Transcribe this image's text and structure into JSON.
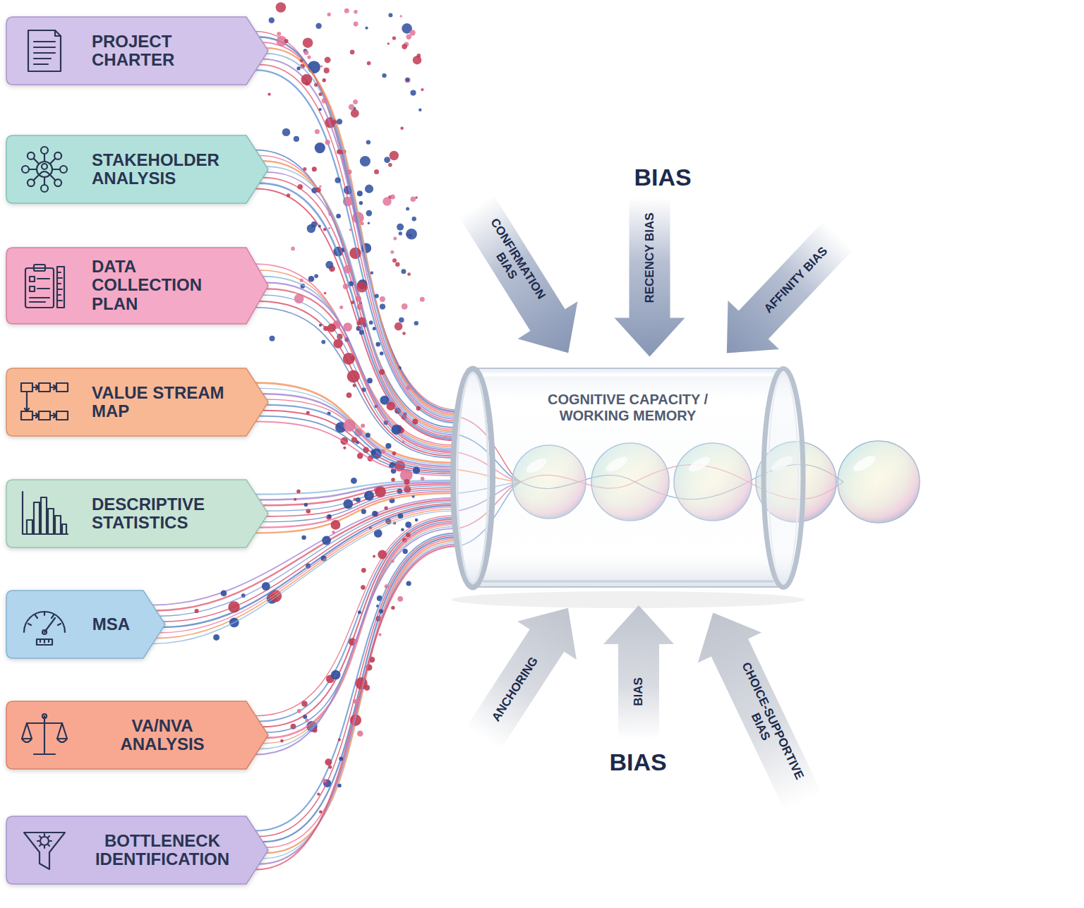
{
  "diagram": {
    "nodes": [
      {
        "text": [
          "PROJECT CHARTER"
        ]
      },
      {
        "text": [
          "STAKEHOLDER ANALYSIS"
        ]
      },
      {
        "text": [
          "DATA COLLECTION PLAN"
        ]
      },
      {
        "text": [
          "VALUE STREAM MAP"
        ]
      },
      {
        "text": [
          "DESCRIPTIVE STATISTICS"
        ]
      },
      {
        "text": [
          "MSA"
        ]
      },
      {
        "text": [
          "VA/NVA ANALYSIS"
        ]
      },
      {
        "text": [
          "BOTTLENECK IDENTIFICATION"
        ]
      },
      {
        "text": [
          "CONFIRMATION BIAS"
        ]
      },
      {
        "text": [
          "RECENCY BIAS"
        ]
      },
      {
        "text": [
          "AFFINITY BIAS"
        ]
      },
      {
        "text": [
          "COGNITIVE CAPACITY / WORKING MEMORY"
        ]
      },
      {
        "text": [
          "ANCHORING"
        ]
      },
      {
        "text": [
          "BIAS"
        ]
      },
      {
        "text": [
          "CHOICE-SUPPORTIVE BIAS"
        ]
      }
    ],
    "edges": [
      {
        "from": 0,
        "to": 11,
        "arrow": "none"
      },
      {
        "from": 1,
        "to": 11,
        "arrow": "none"
      },
      {
        "from": 2,
        "to": 11,
        "arrow": "none"
      },
      {
        "from": 3,
        "to": 11,
        "arrow": "none"
      },
      {
        "from": 4,
        "to": 11,
        "arrow": "none"
      },
      {
        "from": 5,
        "to": 11,
        "arrow": "none"
      },
      {
        "from": 6,
        "to": 11,
        "arrow": "none"
      },
      {
        "from": 7,
        "to": 11,
        "arrow": "none"
      }
    ],
    "labels": [
      "BIAS",
      "BIAS"
    ]
  }
}
